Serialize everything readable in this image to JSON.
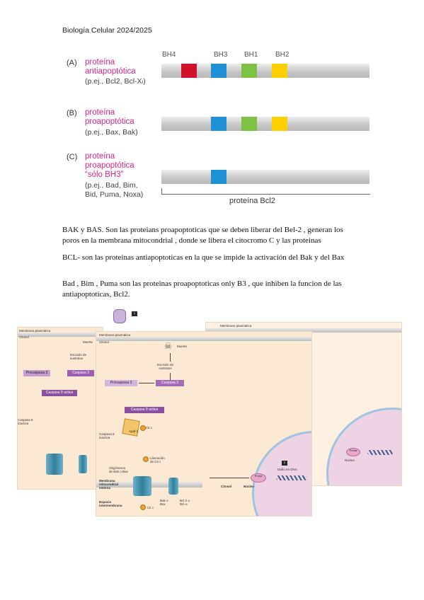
{
  "header": "Biología Celular 2024/2025",
  "figure": {
    "domain_headers": [
      "BH4",
      "BH3",
      "BH1",
      "BH2"
    ],
    "rows": [
      {
        "letter": "(A)",
        "name": "proteína\nantiapoptótica",
        "example": "(p.ej., Bcl2, Bcl-Xₗ)",
        "domains": [
          "BH4",
          "BH3",
          "BH1",
          "BH2"
        ]
      },
      {
        "letter": "(B)",
        "name": "proteína\nproapoptótica",
        "example": "(p.ej., Bax, Bak)",
        "domains": [
          "BH3",
          "BH1",
          "BH2"
        ]
      },
      {
        "letter": "(C)",
        "name": "proteína\nproapoptótica\n“sólo BH3”",
        "example": "(p.ej., Bad, Bim,\nBid, Puma, Noxa)",
        "domains": [
          "BH3"
        ]
      }
    ],
    "domain_colors": {
      "BH4": "#d0112b",
      "BH3": "#1f8fd6",
      "BH1": "#7dc242",
      "BH2": "#ffd000"
    },
    "bracket_label": "proteína Bcl2"
  },
  "paragraphs": [
    "BAK y BAS. Son las proteians proapoptoticas que se deben liberar del Bel-2 , generan los poros en la membrana mitocondrial , donde se libera el citocromo C y las proteinas",
    "BCL- son las proteinas antiapoptoticas en la que se impide la activación del Bak y del Bax",
    "Bad , Bim , Puma son las proteinas  proapoptoticas only B3 , que inhiben la funcion de las antiapoptoticas, Bcl2."
  ],
  "diagram": {
    "membrana_plasmatica": "Membrana plasmática",
    "citosol": "Citosol",
    "muerte": "Muerte",
    "escision": "Escisión de\nsustratos",
    "procaspasa": "Procaspasa 3",
    "caspasa3": "Caspasa 3",
    "caspasa9_activa": "Caspasa 9 activa",
    "caspasa9_inactiva": "Caspasa 9\ninactiva",
    "apaf1": "Apaf-1",
    "citc": "Cit c",
    "liberacion": "Liberación\nde Cit c",
    "oligomeros": "Oligómeros\nde Bak o Bax",
    "memb_mito": "Membrana\nmitocondrial\nexterna",
    "espacio": "Espacio\nintermembrana",
    "bak_bax": "Bak o\nBax",
    "bclxl": "Bcl-2 o\nBcl-xₗ",
    "puma": "Puma",
    "nucleo": "Núcleo",
    "dano": "Daño en DNA",
    "step1": "1",
    "step2": "2"
  }
}
